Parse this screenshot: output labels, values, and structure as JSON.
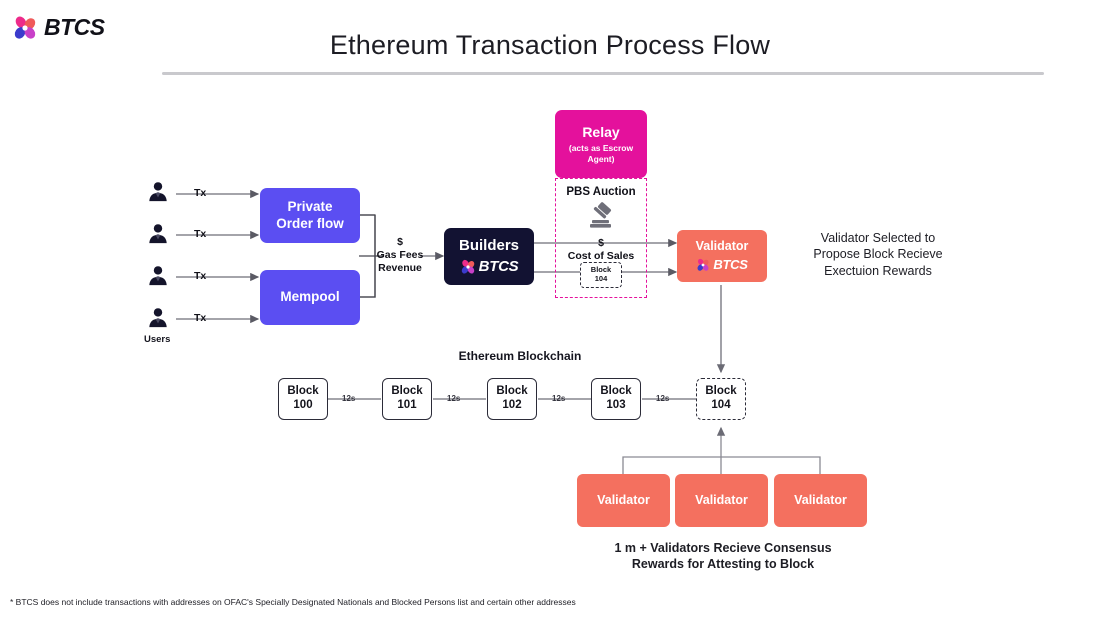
{
  "brand": {
    "name": "BTCS",
    "logo_icon": "btcs-flower-logo",
    "colors": {
      "pink": "#ED2B8A",
      "magenta": "#C840C8",
      "blue": "#3B3BCC",
      "red": "#F05A5A"
    }
  },
  "header": {
    "title": "Ethereum Transaction Process Flow"
  },
  "palette": {
    "purple": "#5B4EF2",
    "dark": "#121232",
    "pink": "#E4119C",
    "salmon": "#F4705F",
    "rule": "#c9c9cd"
  },
  "users": {
    "label": "Users",
    "icon": "user-silhouette-icon",
    "tx_labels": [
      "Tx",
      "Tx",
      "Tx",
      "Tx"
    ]
  },
  "flow_boxes": {
    "private_order_flow": {
      "line1": "Private",
      "line2": "Order flow"
    },
    "mempool": {
      "line1": "Mempool"
    },
    "builders": {
      "line1": "Builders",
      "brand": "BTCS"
    },
    "relay": {
      "line1": "Relay",
      "line2": "(acts as Escrow",
      "line3": "Agent)"
    },
    "validator": {
      "line1": "Validator",
      "brand": "BTCS"
    }
  },
  "labels": {
    "gas_fees": {
      "dollar": "$",
      "line1": "Gas Fees",
      "line2": "Revenue"
    },
    "pbs_auction": "PBS Auction",
    "gavel_icon": "gavel-auction-icon",
    "cost_of_sales": {
      "dollar": "$",
      "line1": "Cost of Sales"
    },
    "pbs_block": {
      "line1": "Block",
      "line2": "104"
    },
    "validator_note": "Validator Selected to Propose Block Recieve Exectuion Rewards",
    "validator_note_lines": [
      "Validator Selected to",
      "Propose Block Recieve",
      "Exectuion Rewards"
    ],
    "chain_title": "Ethereum Blockchain",
    "consensus_note_lines": [
      "1 m + Validators Recieve Consensus",
      "Rewards for Attesting to Block"
    ]
  },
  "blockchain": {
    "blocks": [
      {
        "name": "Block",
        "number": "100",
        "dashed": false
      },
      {
        "name": "Block",
        "number": "101",
        "dashed": false
      },
      {
        "name": "Block",
        "number": "102",
        "dashed": false
      },
      {
        "name": "Block",
        "number": "103",
        "dashed": false
      },
      {
        "name": "Block",
        "number": "104",
        "dashed": true
      }
    ],
    "intervals": [
      "12s",
      "12s",
      "12s",
      "12s"
    ]
  },
  "attestors": [
    {
      "label": "Validator"
    },
    {
      "label": "Validator"
    },
    {
      "label": "Validator"
    }
  ],
  "footnote": "* BTCS does not include transactions with addresses on OFAC's Specially Designated Nationals and Blocked Persons list and certain other addresses"
}
